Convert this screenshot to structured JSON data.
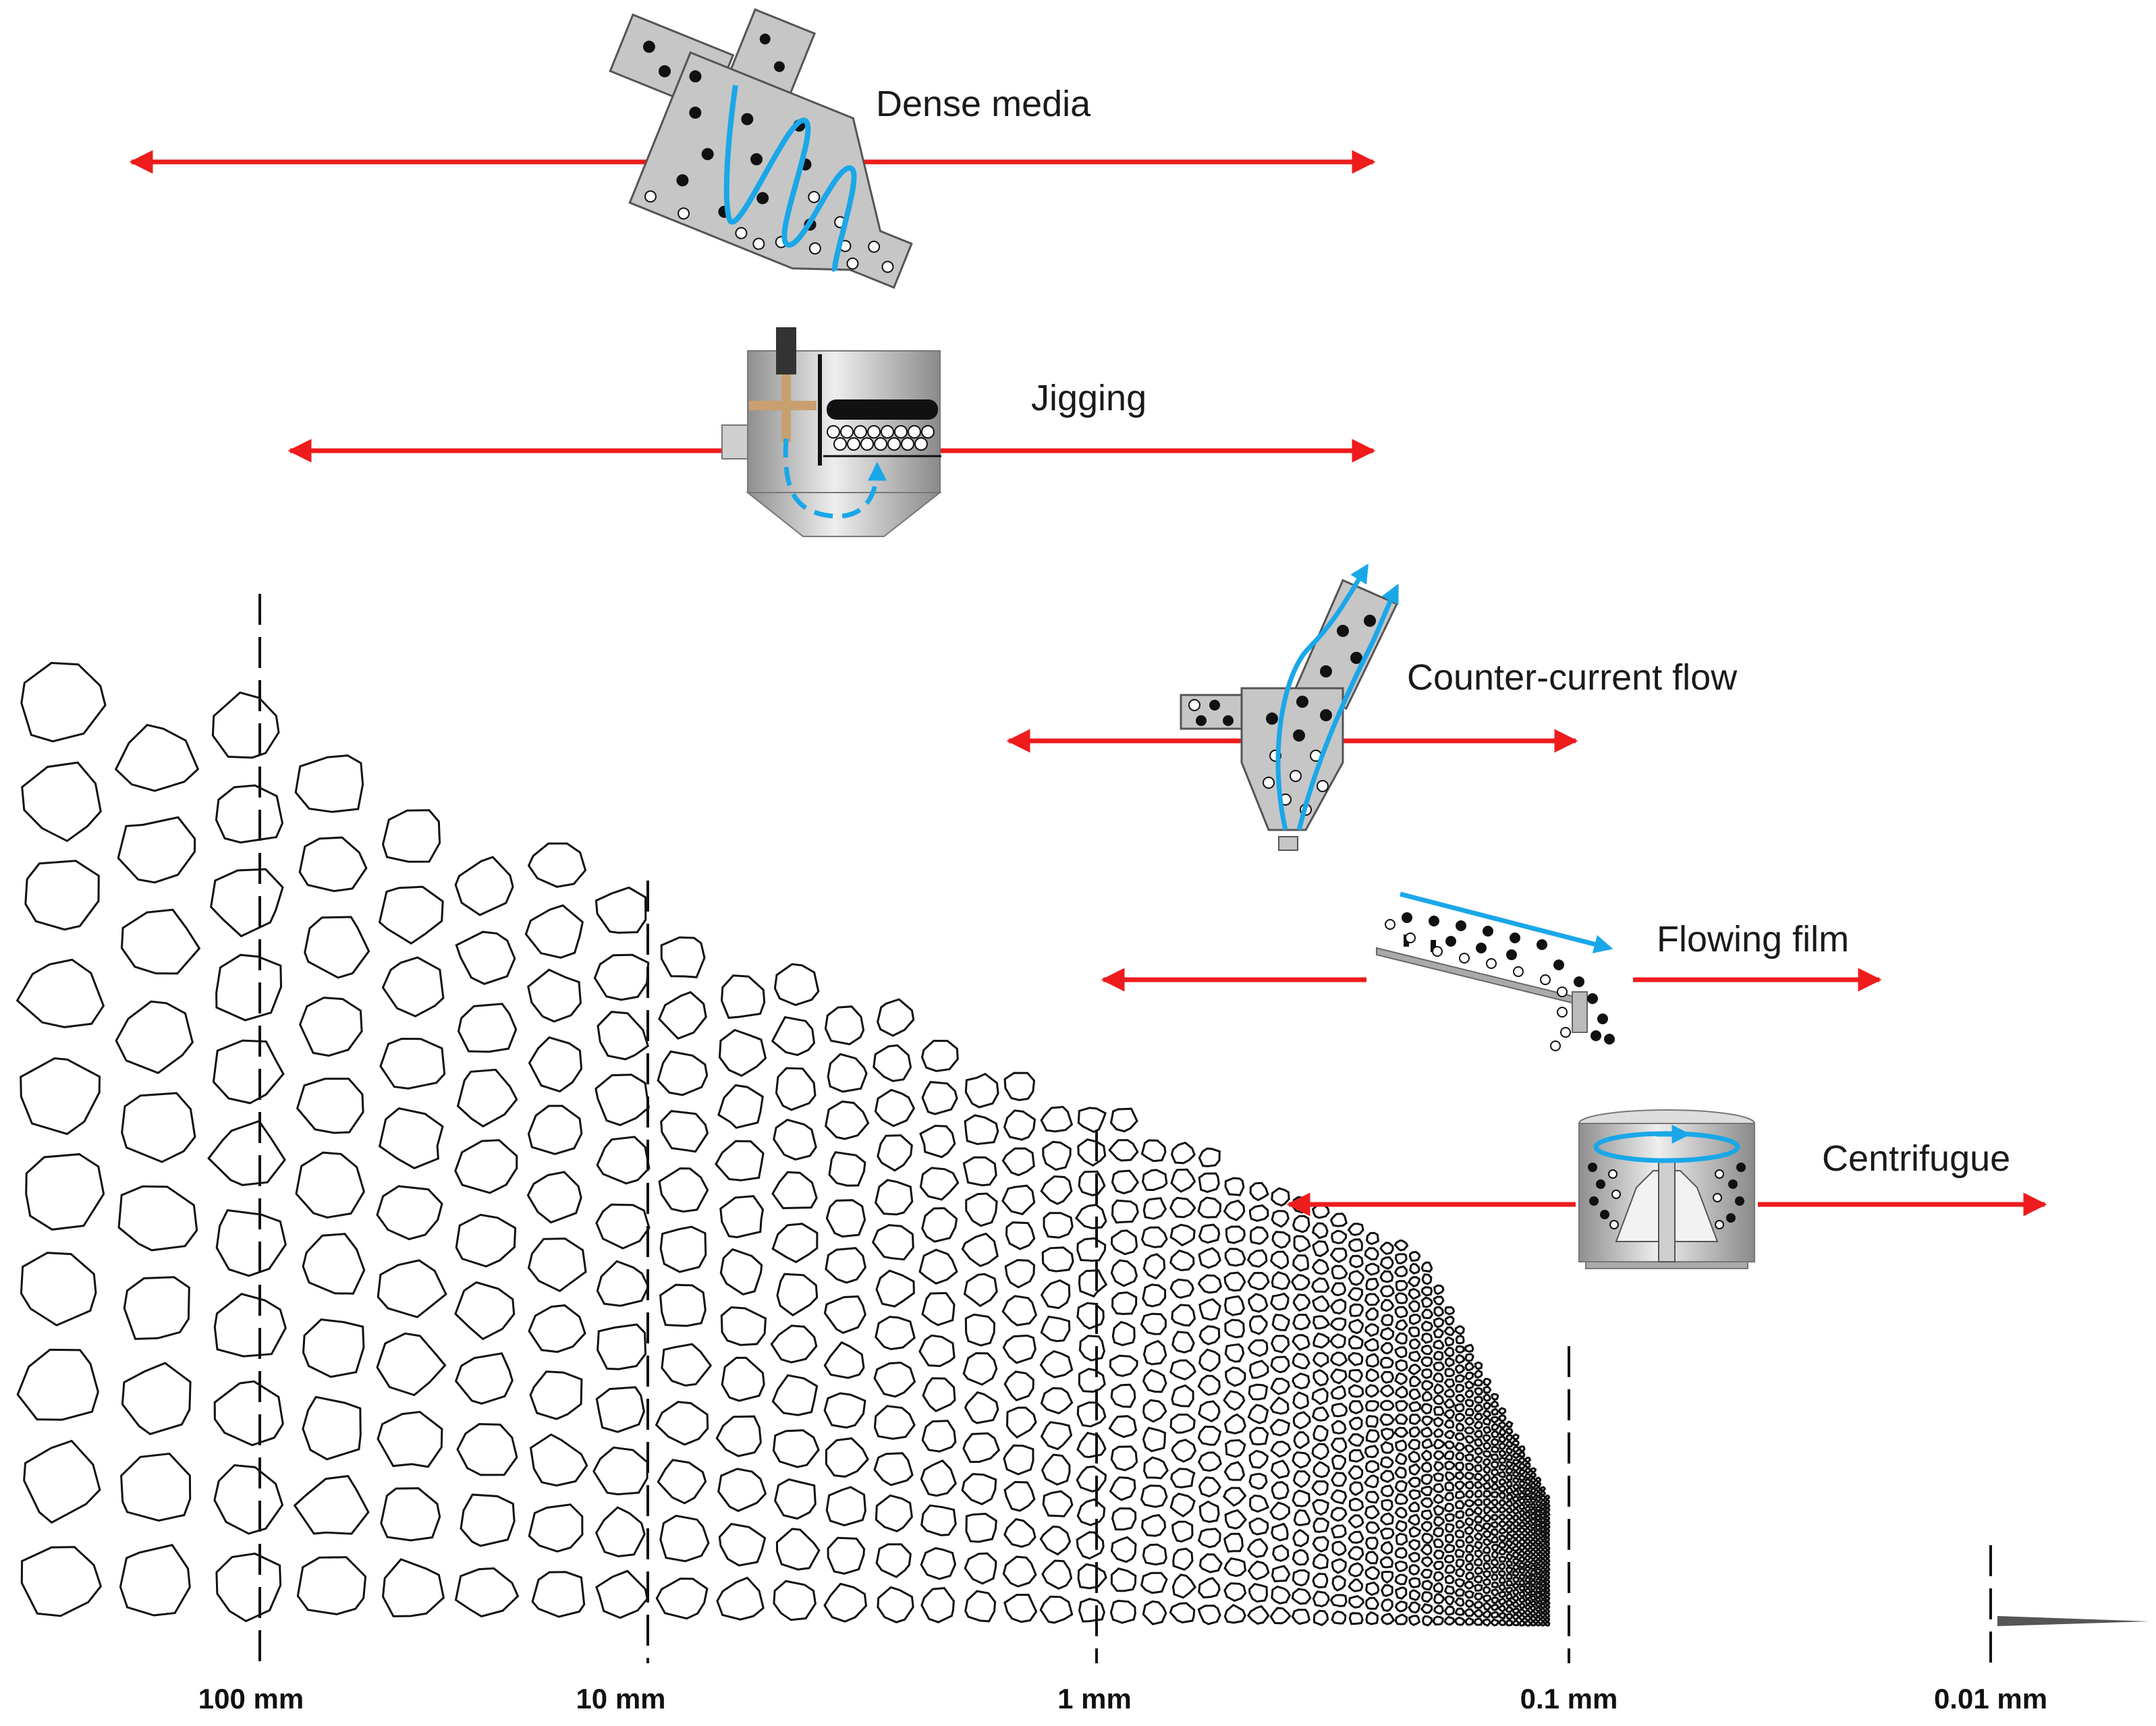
{
  "methods": [
    {
      "id": "dense-media",
      "label": "Dense media",
      "device": "hydrocyclone-icon"
    },
    {
      "id": "jigging",
      "label": "Jigging",
      "device": "jig-icon"
    },
    {
      "id": "counter-current-flow",
      "label": "Counter-current flow",
      "device": "upflow-classifier-icon"
    },
    {
      "id": "flowing-film",
      "label": "Flowing film",
      "device": "shaking-table-icon"
    },
    {
      "id": "centrifugue",
      "label": "Centrifugue",
      "device": "centrifuge-icon"
    }
  ],
  "size_axis": {
    "ticks": [
      "100 mm",
      "10 mm",
      "1 mm",
      "0.1 mm",
      "0.01 mm"
    ]
  },
  "colors": {
    "range_arrow": "#ee1c1c",
    "flow_arrow": "#1aa7e8",
    "device_fill": "#bcbcbc",
    "particle_stroke": "#111111"
  }
}
